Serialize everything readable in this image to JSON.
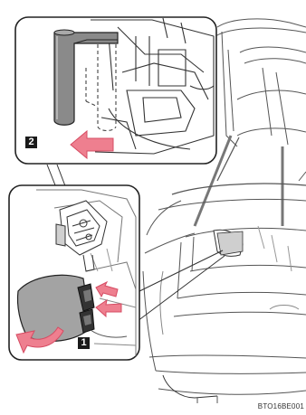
{
  "steps": {
    "step1_label": "1",
    "step2_label": "2"
  },
  "figure": {
    "code": "BTO16BE001"
  },
  "colors": {
    "arrow": "#ee7f8f",
    "arrow_dark": "#d64c63",
    "gray_part": "#8a8a8a",
    "outline": "#222222",
    "line": "#555555"
  }
}
